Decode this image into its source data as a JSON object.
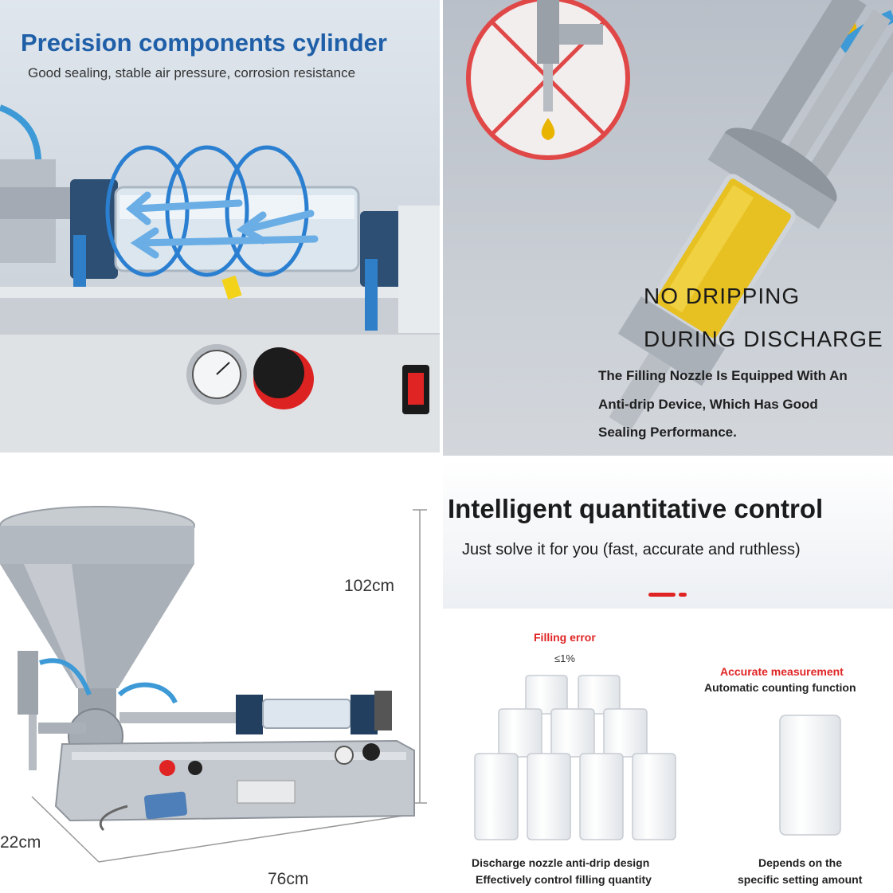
{
  "panel_cylinder": {
    "title": "Precision components cylinder",
    "subtitle": "Good sealing, stable air pressure, corrosion resistance"
  },
  "panel_nozzle": {
    "heading_line1": "NO DRIPPING",
    "heading_line2": "DURING DISCHARGE",
    "body_line1": "The Filling Nozzle Is Equipped With An",
    "body_line2": "Anti-drip Device, Which Has Good",
    "body_line3": "Sealing Performance."
  },
  "panel_dimensions": {
    "height": "102cm",
    "depth": "22cm",
    "width": "76cm"
  },
  "panel_control": {
    "title": "Intelligent quantitative control",
    "subtitle": "Just solve it for you (fast, accurate and ruthless)",
    "filling_error_label": "Filling error",
    "filling_error_value": "≤1%",
    "accurate_label": "Accurate measurement",
    "accurate_sub": "Automatic counting function",
    "caption_left_1": "Discharge nozzle anti-drip design",
    "caption_left_2": "Effectively control filling quantity",
    "caption_right_1": "Depends on the",
    "caption_right_2": "specific setting amount"
  },
  "colors": {
    "title_blue": "#1f5fa8",
    "accent_red": "#e02424",
    "oil_yellow": "#e9b400"
  }
}
